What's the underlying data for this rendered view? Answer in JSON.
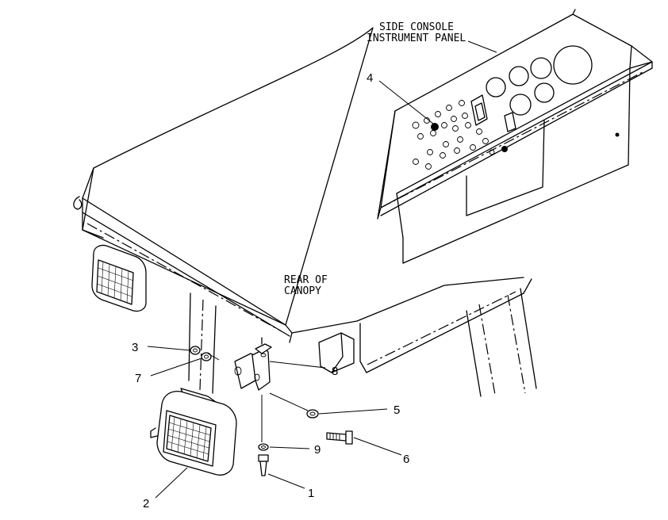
{
  "labels": {
    "side_console_line1": "SIDE CONSOLE",
    "side_console_line2": "INSTRUMENT PANEL",
    "rear_line1": "REAR OF",
    "rear_line2": "CANOPY"
  },
  "callouts": {
    "c1": "1",
    "c2": "2",
    "c3": "3",
    "c4": "4",
    "c5": "5",
    "c6": "6",
    "c7": "7",
    "c8": "8",
    "c9": "9"
  }
}
